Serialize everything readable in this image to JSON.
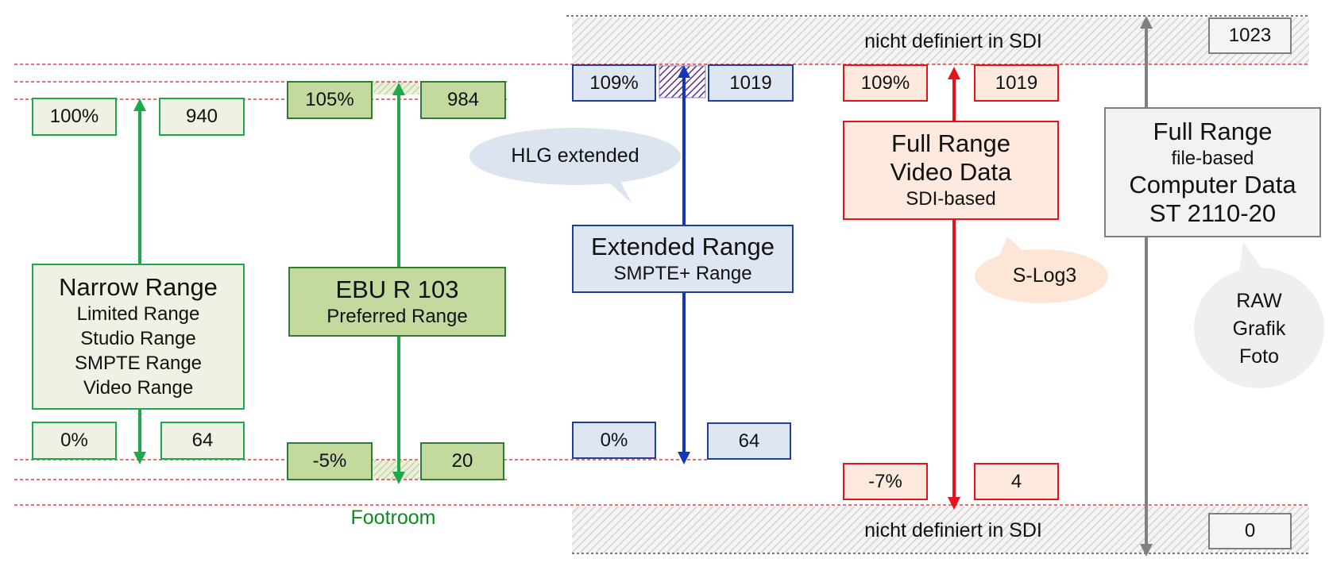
{
  "colors": {
    "green": "#1fa84e",
    "green_dark": "#2e7d32",
    "blue": "#1f3f9a",
    "blue_arrow": "#1436b8",
    "red": "#e5141b",
    "gray": "#808080",
    "dashed_line": "#e5141b"
  },
  "undefined_top": "nicht definiert in SDI",
  "undefined_bottom": "nicht definiert in SDI",
  "code_top": "1023",
  "code_bottom": "0",
  "narrow": {
    "top_pct": "100%",
    "top_code": "940",
    "bottom_pct": "0%",
    "bottom_code": "64",
    "title": "Narrow Range",
    "aliases": [
      "Limited Range",
      "Studio Range",
      "SMPTE Range",
      "Video Range"
    ]
  },
  "ebu": {
    "top_pct": "105%",
    "top_code": "984",
    "bottom_pct": "-5%",
    "bottom_code": "20",
    "title": "EBU R 103",
    "subtitle": "Preferred Range",
    "footroom": "Footroom"
  },
  "extended": {
    "top_pct": "109%",
    "top_code": "1019",
    "bottom_pct": "0%",
    "bottom_code": "64",
    "title": "Extended Range",
    "subtitle": "SMPTE+ Range",
    "callout": "HLG extended"
  },
  "full_video": {
    "top_pct": "109%",
    "top_code": "1019",
    "bottom_pct": "-7%",
    "bottom_code": "4",
    "line1": "Full Range",
    "line2": "Video Data",
    "line3": "SDI-based",
    "callout": "S-Log3"
  },
  "full_computer": {
    "line1": "Full Range",
    "line2": "file-based",
    "line3": "Computer Data",
    "line4": "ST 2110-20",
    "callout_lines": [
      "RAW",
      "Grafik",
      "Foto"
    ]
  }
}
